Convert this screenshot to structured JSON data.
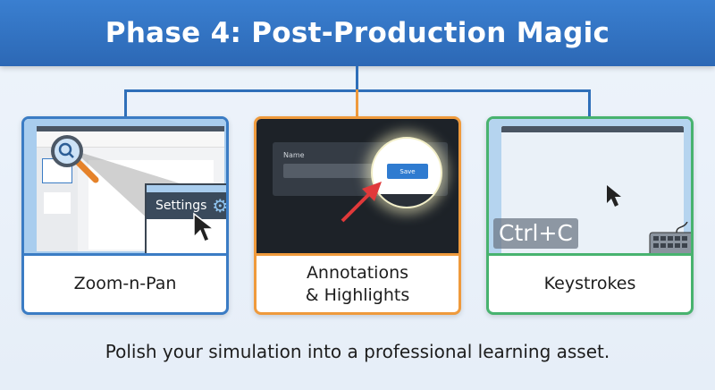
{
  "header": {
    "title": "Phase 4: Post-Production Magic"
  },
  "cards": [
    {
      "label": "Zoom-n-Pan",
      "illustration": {
        "settings_text": "Settings",
        "icons": [
          "magnifier-icon",
          "gear-icon",
          "cursor-icon"
        ]
      }
    },
    {
      "label_line1": "Annotations",
      "label_line2": "& Highlights",
      "illustration": {
        "field_label": "Name",
        "button_label": "Save",
        "icons": [
          "arrow-icon"
        ]
      }
    },
    {
      "label": "Keystrokes",
      "illustration": {
        "keystroke": "Ctrl+C",
        "icons": [
          "cursor-icon",
          "keyboard-icon"
        ]
      }
    }
  ],
  "caption": "Polish your simulation into a professional learning asset.",
  "colors": {
    "header": "#2f6fc0",
    "card1": "#3b7cc4",
    "card2": "#ef9a3c",
    "card3": "#48b36f"
  }
}
